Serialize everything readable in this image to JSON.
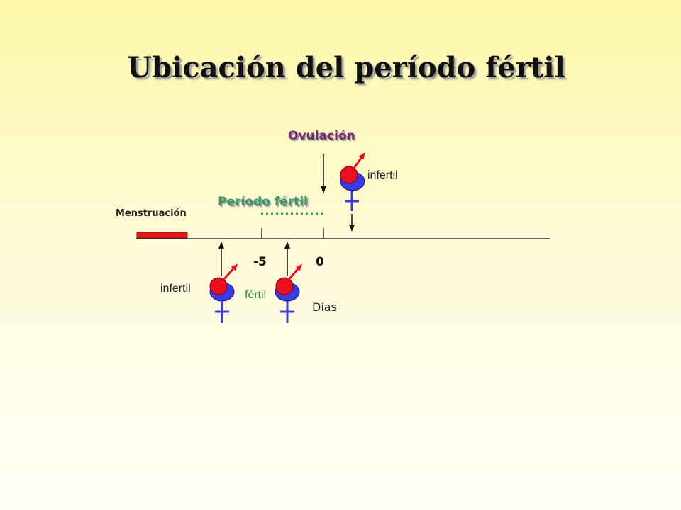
{
  "title": "Ubicación del período fértil",
  "labels": {
    "ovulacion": "Ovulación",
    "periodo_fertil": "Período fértil",
    "menstruacion": "Menstruación",
    "dias": "Días"
  },
  "ticks": [
    "-5",
    "0"
  ],
  "eggs": [
    {
      "label": "infertil"
    },
    {
      "label": "infertil"
    },
    {
      "label": "fértil"
    }
  ],
  "colors": {
    "axis": "#333333",
    "menstruation_bar": "#e21a1a",
    "fertile_dots": "#3c9a64",
    "egg_red": "#e8101e",
    "egg_blue": "#3a3ae6",
    "title_text": "#111111"
  }
}
